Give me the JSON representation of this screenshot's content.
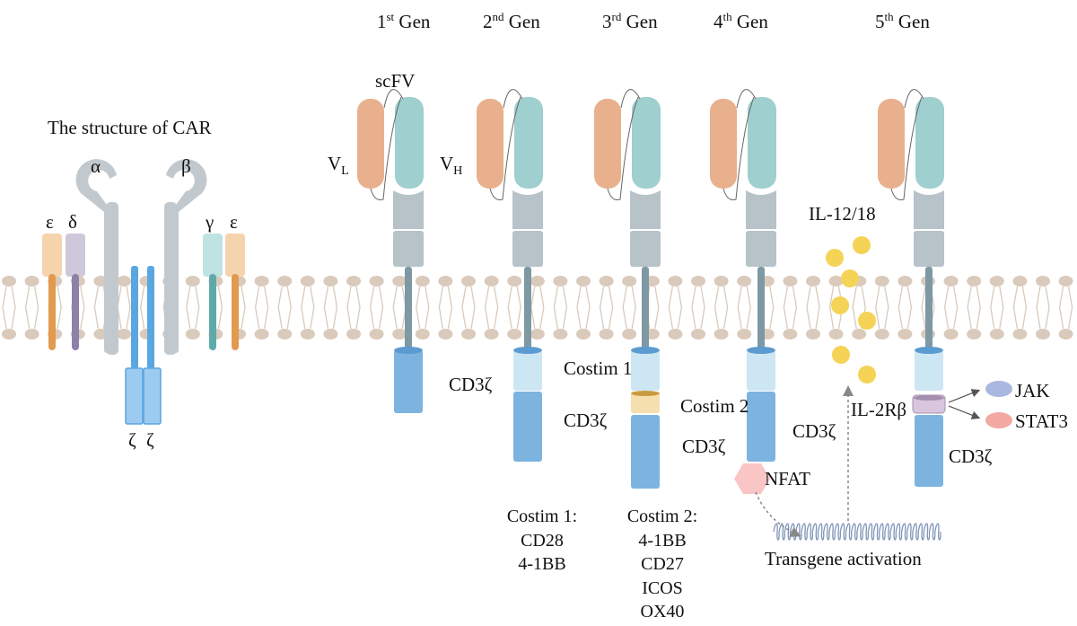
{
  "title": "The structure of CAR",
  "tcr": {
    "alpha": "α",
    "beta": "β",
    "epsilon_left": "ε",
    "delta": "δ",
    "gamma": "γ",
    "epsilon_right": "ε",
    "zeta_left": "ζ",
    "zeta_right": "ζ"
  },
  "generations": [
    {
      "num": "1",
      "sup": "st",
      "label": "Gen"
    },
    {
      "num": "2",
      "sup": "nd",
      "label": "Gen"
    },
    {
      "num": "3",
      "sup": "rd",
      "label": "Gen"
    },
    {
      "num": "4",
      "sup": "th",
      "label": "Gen"
    },
    {
      "num": "5",
      "sup": "th",
      "label": "Gen"
    }
  ],
  "scfv": {
    "label": "scFV",
    "vl": "V",
    "vl_sub": "L",
    "vh": "V",
    "vh_sub": "H"
  },
  "domains": {
    "cd3z": "CD3ζ",
    "costim1": "Costim 1",
    "costim2": "Costim 2",
    "nfat": "NFAT",
    "il": "IL-12/18",
    "il2rb": "IL-2Rβ",
    "jak": "JAK",
    "stat3": "STAT3",
    "transgene": "Transgene activation"
  },
  "costim1_list": {
    "header": "Costim 1:",
    "items": [
      "CD28",
      "4-1BB"
    ]
  },
  "costim2_list": {
    "header": "Costim 2:",
    "items": [
      "4-1BB",
      "CD27",
      "ICOS",
      "OX40"
    ]
  },
  "colors": {
    "vl": "#e8b08c",
    "vh": "#9fcfcf",
    "hinge": "#b7c2c9",
    "tm": "#7e98a4",
    "cd3z": "#7db3df",
    "costim1": "#cde6f3",
    "costim2": "#f5dfae",
    "il_ball": "#f5d356",
    "il2rb": "#d9c5dd",
    "jak": "#aab8e0",
    "stat3": "#f2a9a2",
    "nfat": "#f9c5c5",
    "lipid": "#d9cabb",
    "tcr_grey": "#c2c9ce",
    "zeta": "#7fb8e8",
    "eps": "#f5d4ad",
    "delta": "#cfc8da",
    "gam": "#bfe3e3",
    "eps_tail": "#e39a4e",
    "delta_tail": "#8e81a8",
    "gam_tail": "#5fa9aa"
  }
}
